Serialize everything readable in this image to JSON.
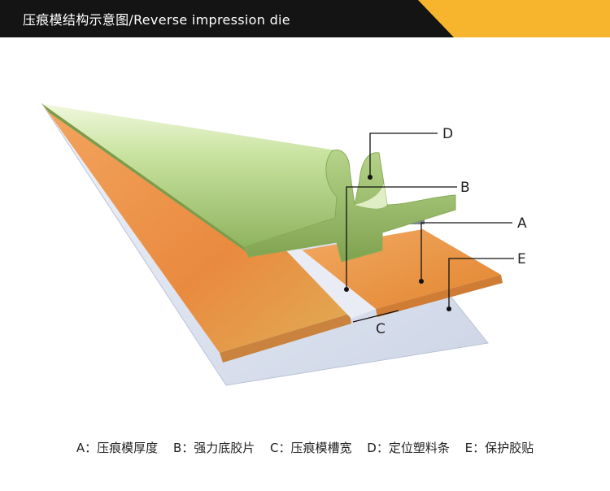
{
  "header": {
    "title": "压痕模结构示意图/Reverse impression die",
    "accent_color": "#f7b52e",
    "bar_color": "#141414"
  },
  "callouts": [
    {
      "letter": "D"
    },
    {
      "letter": "B"
    },
    {
      "letter": "A"
    },
    {
      "letter": "E"
    },
    {
      "letter": "C"
    }
  ],
  "legend": [
    {
      "text": "A：压痕模厚度"
    },
    {
      "text": "B：强力底胶片"
    },
    {
      "text": "C：压痕模槽宽"
    },
    {
      "text": "D：定位塑料条"
    },
    {
      "text": "E：保护胶贴"
    }
  ],
  "colors": {
    "profile_green": "#c7e2a0",
    "strip_orange": "#e9924a",
    "base_film": "#dde3ef"
  }
}
